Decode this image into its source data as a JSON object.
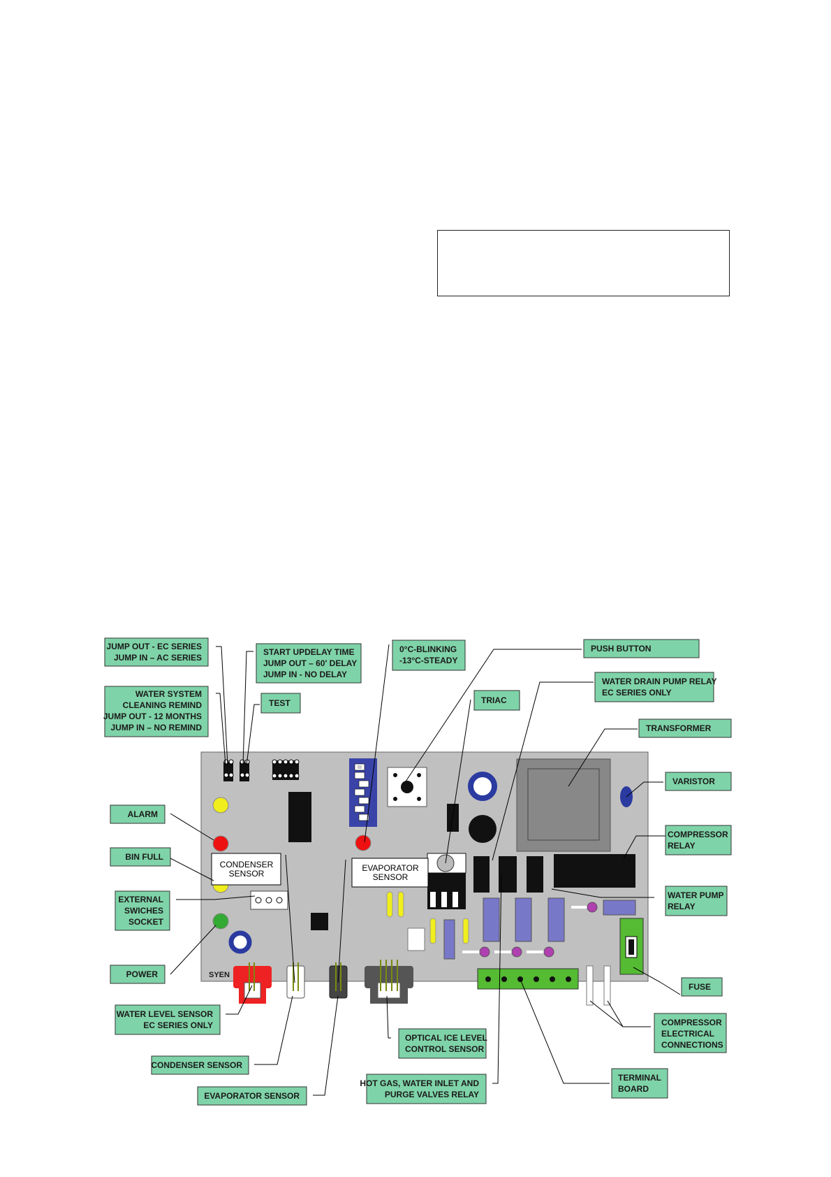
{
  "colors": {
    "label_fill": "#7fd3a8",
    "board_fill": "#c0c0c0",
    "relay_blue": "#7878c8",
    "connector_red": "#ee2222",
    "led_yellow": "#f0ee1c",
    "led_red": "#ee1111",
    "led_green": "#33aa33",
    "terminal_green": "#55bb33",
    "dip_blue": "#3a44a8",
    "valve_purple": "#b040b0"
  },
  "labels": {
    "jump_ec": [
      "JUMP OUT - EC SERIES",
      "JUMP IN – AC SERIES"
    ],
    "water_system": [
      "WATER SYSTEM",
      "CLEANING REMIND",
      "JUMP OUT - 12 MONTHS",
      "JUMP IN – NO REMIND"
    ],
    "start_delay": [
      "START UPDELAY TIME",
      "JUMP OUT – 60' DELAY",
      "JUMP IN - NO DELAY"
    ],
    "test": [
      "TEST"
    ],
    "blinking": [
      "0°C-BLINKING",
      "-13°C-STEADY"
    ],
    "triac": [
      "TRIAC"
    ],
    "push_button": [
      "PUSH BUTTON"
    ],
    "drain_pump": [
      "WATER DRAIN PUMP RELAY",
      "EC SERIES ONLY"
    ],
    "transformer": [
      "TRANSFORMER"
    ],
    "varistor": [
      "VARISTOR"
    ],
    "compressor_relay": [
      "COMPRESSOR",
      "RELAY"
    ],
    "water_pump_relay": [
      "WATER PUMP",
      "RELAY"
    ],
    "alarm": [
      "ALARM"
    ],
    "bin_full": [
      "BIN FULL"
    ],
    "external": [
      "EXTERNAL",
      "SWICHES",
      "SOCKET"
    ],
    "power": [
      "POWER"
    ],
    "water_level": [
      "WATER LEVEL SENSOR",
      "EC SERIES ONLY"
    ],
    "condenser_sensor_label": [
      "CONDENSER SENSOR"
    ],
    "evaporator_sensor_label": [
      "EVAPORATOR SENSOR"
    ],
    "optical": [
      "OPTICAL ICE LEVEL",
      "CONTROL SENSOR"
    ],
    "hot_gas": [
      "HOT GAS, WATER INLET AND",
      "PURGE VALVES RELAY"
    ],
    "terminal_board": [
      "TERMINAL",
      "BOARD"
    ],
    "fuse": [
      "FUSE"
    ],
    "compressor_conn": [
      "COMPRESSOR",
      "ELECTRICAL",
      "CONNECTIONS"
    ]
  },
  "board": {
    "condenser_box": [
      "CONDENSER",
      "SENSOR"
    ],
    "evaporator_box": [
      "EVAPORATOR",
      "SENSOR"
    ],
    "brand": "SYEN"
  }
}
